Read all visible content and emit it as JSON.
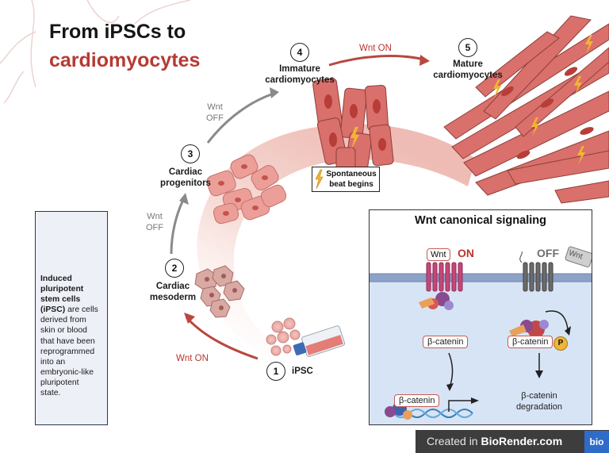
{
  "title": {
    "line1": "From iPSCs to",
    "line2": "cardiomyocytes"
  },
  "steps": [
    {
      "num": "1",
      "label": "iPSC"
    },
    {
      "num": "2",
      "label_l1": "Cardiac",
      "label_l2": "mesoderm"
    },
    {
      "num": "3",
      "label_l1": "Cardiac",
      "label_l2": "progenitors"
    },
    {
      "num": "4",
      "label_l1": "Immature",
      "label_l2": "cardiomyocytes"
    },
    {
      "num": "5",
      "label_l1": "Mature",
      "label_l2": "cardiomyocytes"
    }
  ],
  "transitions": {
    "wnt_on_1": "Wnt ON",
    "wnt_off_1_l1": "Wnt",
    "wnt_off_1_l2": "OFF",
    "wnt_off_2_l1": "Wnt",
    "wnt_off_2_l2": "OFF",
    "wnt_on_2": "Wnt ON"
  },
  "spontaneous": {
    "l1": "Spontaneous",
    "l2": "beat begins"
  },
  "info": {
    "bold1": "Induced",
    "bold2": "pluripotent",
    "bold3": "stem cells",
    "bold4": "(iPSC)",
    "rest1": " are cells",
    "l6": "derived from",
    "l7": "skin or blood",
    "l8": "that have been",
    "l9": "reprogrammed",
    "l10": "into an",
    "l11": "embryonic-like",
    "l12": "pluripotent",
    "l13": "state."
  },
  "wnt_panel": {
    "title": "Wnt canonical signaling",
    "wnt_tag_on": "Wnt",
    "on_label": "ON",
    "off_label": "OFF",
    "wnt_tag_off": "Wnt",
    "bcat_left": "β-catenin",
    "bcat_nucleus": "β-catenin",
    "bcat_right": "β-catenin",
    "phospho": "P",
    "degr_l1": "β-catenin",
    "degr_l2": "degradation"
  },
  "watermark": {
    "created": "Created in ",
    "brand": "BioRender.com",
    "bio": "bio"
  },
  "colors": {
    "accent_red": "#b63a33",
    "cell_pink": "#e5918c",
    "panel_blue": "#d7e4f5",
    "membrane": "#8ea2c8"
  }
}
